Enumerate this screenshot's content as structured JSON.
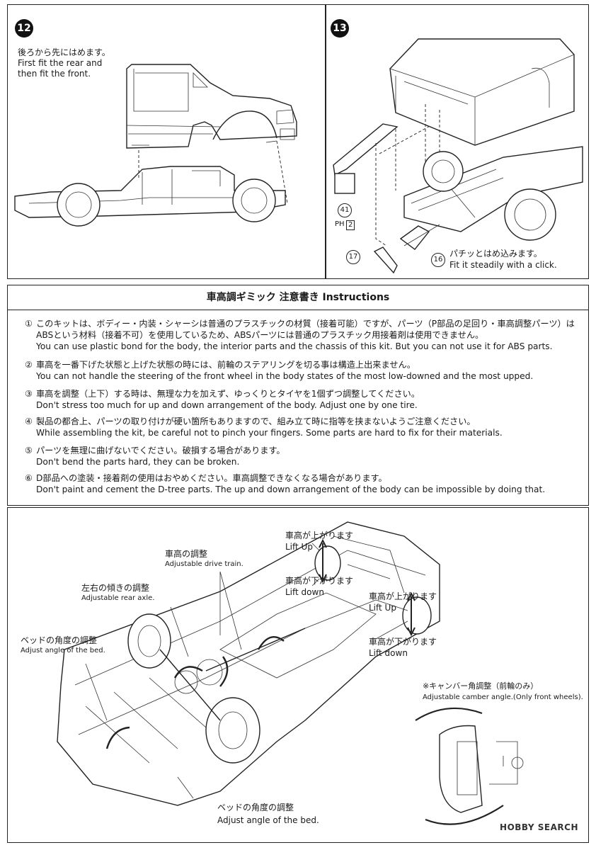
{
  "steps": {
    "step12": {
      "number": "12",
      "text_ja": "後ろから先にはめます。",
      "text_en_1": "First fit the rear and",
      "text_en_2": "then fit the front."
    },
    "step13": {
      "number": "13",
      "part41": "41",
      "part41_mark": "PH",
      "part41_qty": "2",
      "part17": "17",
      "part16": "16",
      "note_ja": "パチッとはめ込みます。",
      "note_en": "Fit it steadily with a click."
    }
  },
  "notes": {
    "title": "車高調ギミック 注意書き Instructions",
    "items": [
      {
        "num": "①",
        "ja": "このキットは、ボディー・内装・シャーシは普通のプラスチックの材質（接着可能）ですが、パーツ（P部品の足回り・車高調整パーツ）は",
        "ja2": "ABSという材料（接着不可）を使用しているため、ABSパーツには普通のプラスチック用接着剤は使用できません。",
        "en": "You can use plastic bond for the body, the interior parts and the chassis of this kit. But you can not use it for ABS parts."
      },
      {
        "num": "②",
        "ja": "車高を一番下げた状態と上げた状態の時には、前輪のステアリングを切る事は構造上出来ません。",
        "en": "You can not handle the steering of the front wheel in the body states of the most low-downed and the most upped."
      },
      {
        "num": "③",
        "ja": "車高を調整（上下）する時は、無理な力を加えず、ゆっくりとタイヤを1個ずつ調整してください。",
        "en": "Don't stress too much for up and down arrangement of the body. Adjust one by one tire."
      },
      {
        "num": "④",
        "ja": "製品の都合上、パーツの取り付けが硬い箇所もありますので、組み立て時に指等を挟まないようご注意ください。",
        "en": "While assembling the kit, be careful not to pinch your fingers. Some parts are hard to fix for their materials."
      },
      {
        "num": "⑤",
        "ja": "パーツを無理に曲げないでください。破損する場合があります。",
        "en": "Don't bend the parts hard, they can be broken."
      },
      {
        "num": "⑥",
        "ja": "D部品への塗装・接着剤の使用はおやめください。車高調整できなくなる場合があります。",
        "en": "Don't paint and cement the D-tree parts. The up and down arrangement of the body can be impossible by doing that."
      }
    ]
  },
  "diagram": {
    "lift_front_ja": "車高が上がります",
    "lift_front_en": "Lift Up",
    "down_front_ja": "車高が下がります",
    "down_front_en": "Lift down",
    "lift_rear_ja": "車高が上がります",
    "lift_rear_en": "Lift Up",
    "down_rear_ja": "車高が下がります",
    "down_rear_en": "Lift down",
    "drivetrain_ja": "車高の調整",
    "drivetrain_en": "Adjustable drive train.",
    "rearaxle_ja": "左右の傾きの調整",
    "rearaxle_en": "Adjustable rear axle.",
    "bed1_ja": "ベッドの角度の調整",
    "bed1_en": "Adjust angle of the bed.",
    "bed2_ja": "ベッドの角度の調整",
    "bed2_en": "Adjust angle of the bed.",
    "camber_ja": "※キャンバー角調整（前輪のみ）",
    "camber_en": "Adjustable camber angle.(Only front wheels)."
  },
  "watermark": "HOBBY SEARCH"
}
